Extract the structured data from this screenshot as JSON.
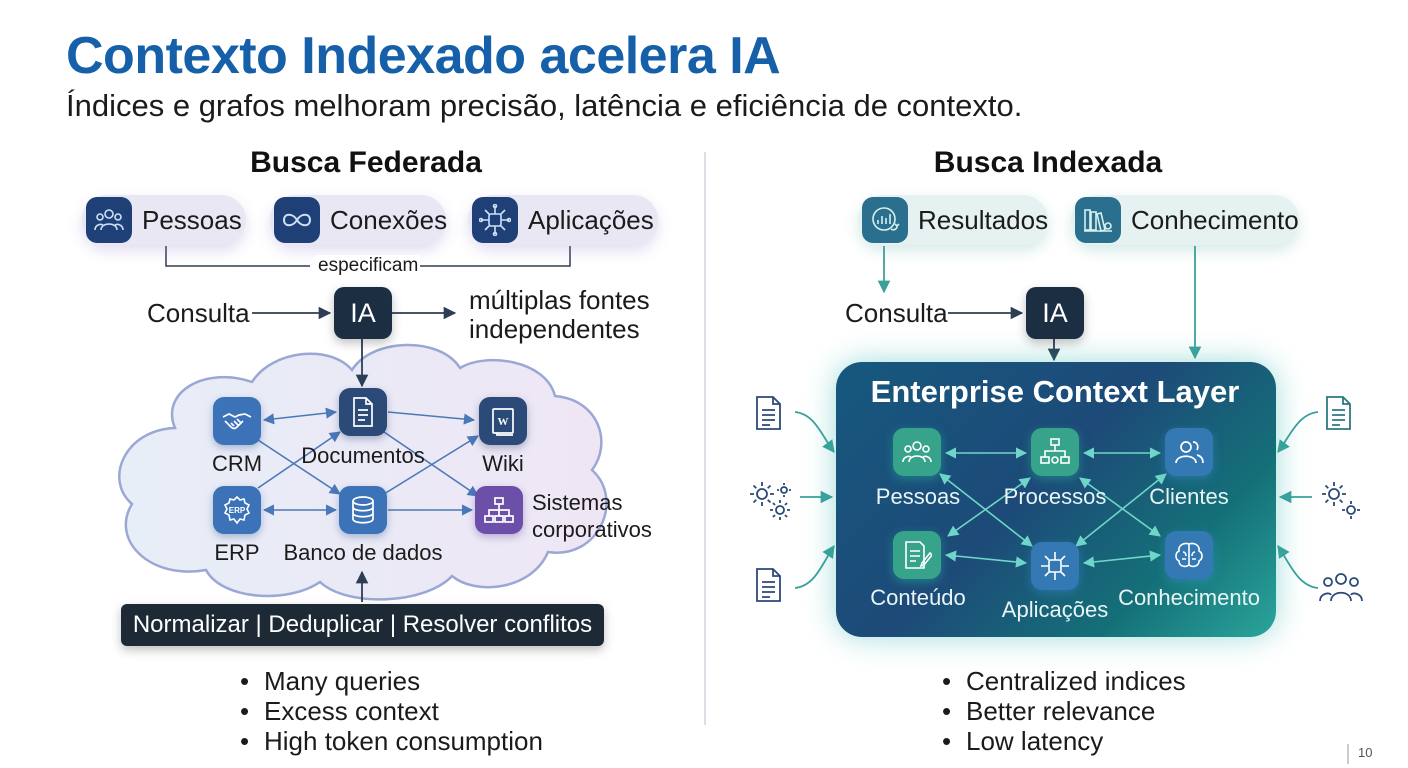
{
  "title": "Contexto Indexado acelera IA",
  "subtitle": "Índices e grafos melhoram precisão, latência e eficiência de contexto.",
  "left": {
    "heading": "Busca Federada",
    "pills": [
      {
        "label": "Pessoas",
        "icon": "people-icon"
      },
      {
        "label": "Conexões",
        "icon": "infinity-icon"
      },
      {
        "label": "Aplicações",
        "icon": "chip-icon"
      }
    ],
    "bracket_label": "especificam",
    "consulta": "Consulta",
    "ia": "IA",
    "fontes_line1": "múltiplas fontes",
    "fontes_line2": "independentes",
    "nodes": {
      "crm": "CRM",
      "documentos": "Documentos",
      "wiki": "Wiki",
      "erp": "ERP",
      "banco": "Banco de dados",
      "sistemas_line1": "Sistemas",
      "sistemas_line2": "corporativos"
    },
    "bar": "Normalizar | Deduplicar | Resolver conflitos",
    "bullets": [
      "Many queries",
      "Excess context",
      "High token consumption"
    ]
  },
  "right": {
    "heading": "Busca Indexada",
    "pills": [
      {
        "label": "Resultados",
        "icon": "results-icon"
      },
      {
        "label": "Conhecimento",
        "icon": "books-icon"
      }
    ],
    "consulta": "Consulta",
    "ia": "IA",
    "ecl_title": "Enterprise Context Layer",
    "nodes": {
      "pessoas": "Pessoas",
      "processos": "Processos",
      "clientes": "Clientes",
      "conteudo": "Conteúdo",
      "aplicacoes": "Aplicações",
      "conhecimento": "Conhecimento"
    },
    "bullets": [
      "Centralized indices",
      "Better relevance",
      "Low latency"
    ]
  },
  "page_number": "10",
  "colors": {
    "title": "#1560a8",
    "ia_box": "#1b2e42",
    "bar": "#1d2a35",
    "arrow": "#2c3e55",
    "teal_arrow": "#3aa09a"
  }
}
